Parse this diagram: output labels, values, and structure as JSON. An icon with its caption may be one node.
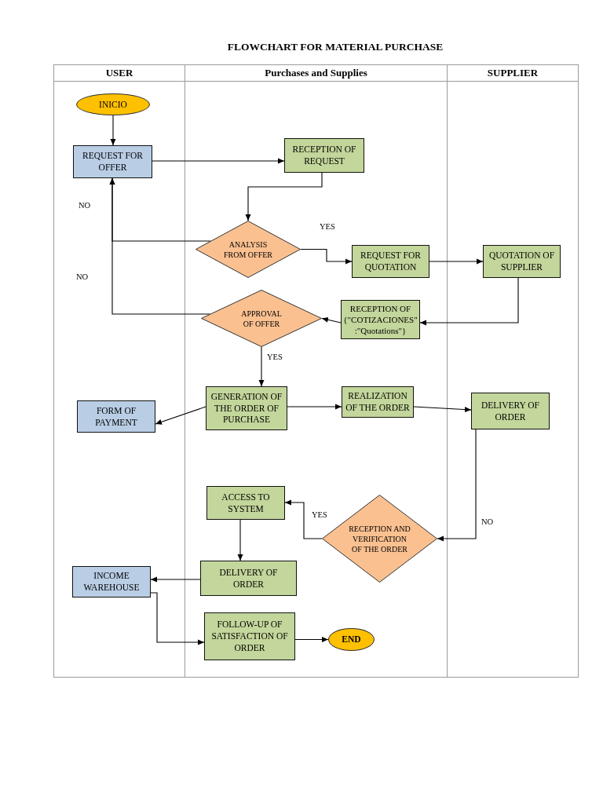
{
  "diagram": {
    "title": "FLOWCHART FOR MATERIAL PURCHASE",
    "nodes": [
      {
        "text": [
          "USER"
        ]
      },
      {
        "text": [
          "Purchases and Supplies"
        ]
      },
      {
        "text": [
          "SUPPLIER"
        ]
      },
      {
        "text": [
          "INICIO"
        ],
        "in": 0
      },
      {
        "text": [
          "REQUEST FOR OFFER"
        ],
        "in": 0
      },
      {
        "text": [
          "RECEPTION OF REQUEST"
        ],
        "in": 1
      },
      {
        "text": [
          "ANALYSIS FROM OFFER"
        ],
        "in": 1
      },
      {
        "text": [
          "REQUEST FOR QUOTATION"
        ],
        "in": 1
      },
      {
        "text": [
          "QUOTATION OF SUPPLIER"
        ],
        "in": 2
      },
      {
        "text": [
          "APPROVAL OF OFFER"
        ],
        "in": 1
      },
      {
        "text": [
          "RECEPTION OF {\"COTIZACIONES\":\"Quotations\"}"
        ],
        "in": 1
      },
      {
        "text": [
          "FORM OF PAYMENT"
        ],
        "in": 0
      },
      {
        "text": [
          "GENERATION OF THE ORDER OF PURCHASE"
        ],
        "in": 1
      },
      {
        "text": [
          "REALIZATION OF THE ORDER"
        ],
        "in": 1
      },
      {
        "text": [
          "DELIVERY OF ORDER"
        ],
        "in": 2
      },
      {
        "text": [
          "ACCESS TO SYSTEM"
        ],
        "in": 1
      },
      {
        "text": [
          "RECEPTION AND VERIFICATION OF THE ORDER"
        ],
        "in": 1
      },
      {
        "text": [
          "INCOME WAREHOUSE"
        ],
        "in": 0
      },
      {
        "text": [
          "DELIVERY OF ORDER"
        ],
        "in": 1
      },
      {
        "text": [
          "FOLLOW-UP OF SATISFACTION OF ORDER"
        ],
        "in": 1
      },
      {
        "text": [
          "END"
        ],
        "in": 1
      }
    ],
    "edges": [
      {
        "from": 3,
        "to": 4,
        "arrow": "to"
      },
      {
        "from": 4,
        "to": 5,
        "arrow": "to"
      },
      {
        "from": 5,
        "to": 6,
        "arrow": "to"
      },
      {
        "from": 6,
        "to": 4,
        "arrow": "to",
        "label": "NO"
      },
      {
        "from": 9,
        "to": 4,
        "arrow": "to",
        "label": "NO"
      },
      {
        "from": 6,
        "to": 7,
        "arrow": "to",
        "label": "YES"
      },
      {
        "from": 7,
        "to": 8,
        "arrow": "to"
      },
      {
        "from": 8,
        "to": 10,
        "arrow": "to"
      },
      {
        "from": 10,
        "to": 9,
        "arrow": "to"
      },
      {
        "from": 9,
        "to": 12,
        "arrow": "to",
        "label": "YES"
      },
      {
        "from": 12,
        "to": 11,
        "arrow": "to"
      },
      {
        "from": 12,
        "to": 13,
        "arrow": "to"
      },
      {
        "from": 13,
        "to": 14,
        "arrow": "to"
      },
      {
        "from": 14,
        "to": 16,
        "arrow": "to",
        "label": "NO"
      },
      {
        "from": 16,
        "to": 15,
        "arrow": "to",
        "label": "YES"
      },
      {
        "from": 15,
        "to": 18,
        "arrow": "to"
      },
      {
        "from": 18,
        "to": 17,
        "arrow": "to"
      },
      {
        "from": 17,
        "to": 19,
        "arrow": "to"
      },
      {
        "from": 19,
        "to": 20,
        "arrow": "to"
      }
    ]
  }
}
